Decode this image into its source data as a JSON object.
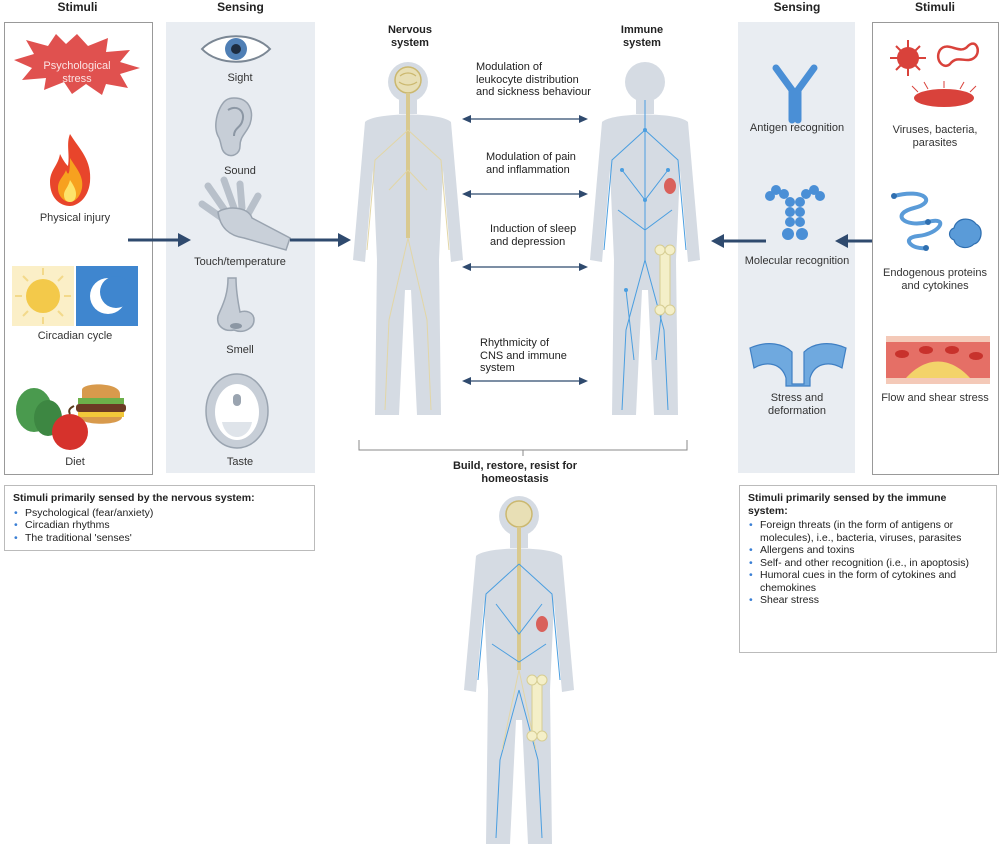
{
  "headers": {
    "stimuli_left": "Stimuli",
    "sensing_left": "Sensing",
    "nervous": "Nervous system",
    "immune": "Immune system",
    "sensing_right": "Sensing",
    "stimuli_right": "Stimuli"
  },
  "left_stimuli": {
    "psych": "Psychological stress",
    "injury": "Physical injury",
    "circadian": "Circadian cycle",
    "diet": "Diet"
  },
  "left_sensing": {
    "sight": "Sight",
    "sound": "Sound",
    "touch": "Touch/temperature",
    "smell": "Smell",
    "taste": "Taste"
  },
  "interactions": [
    "Modulation of leukocyte distribution and sickness behaviour",
    "Modulation of pain and inflammation",
    "Induction of sleep and depression",
    "Rhythmicity of CNS and immune system"
  ],
  "right_sensing": {
    "antigen": "Antigen recognition",
    "molecular": "Molecular recognition",
    "stress": "Stress and deformation"
  },
  "right_stimuli": {
    "viruses": "Viruses, bacteria, parasites",
    "endogenous": "Endogenous proteins and cytokines",
    "flow": "Flow and shear stress"
  },
  "homeostasis": "Build, restore, resist for homeostasis",
  "nervous_box": {
    "title": "Stimuli primarily sensed by the nervous system:",
    "items": [
      "Psychological (fear/anxiety)",
      "Circadian rhythms",
      "The traditional 'senses'"
    ]
  },
  "immune_box": {
    "title": "Stimuli primarily sensed by the immune system:",
    "items": [
      "Foreign threats (in the form of antigens or molecules), i.e., bacteria, viruses, parasites",
      "Allergens and toxins",
      "Self- and other recognition (i.e., in apoptosis)",
      "Humoral cues in the form of cytokines and chemokines",
      "Shear stress"
    ]
  },
  "colors": {
    "arrow": "#2f4a6e",
    "body": "#d5dbe3",
    "nerve": "#d9c98f",
    "immune": "#4a9ee0",
    "sensing_panel": "#e9edf2"
  }
}
